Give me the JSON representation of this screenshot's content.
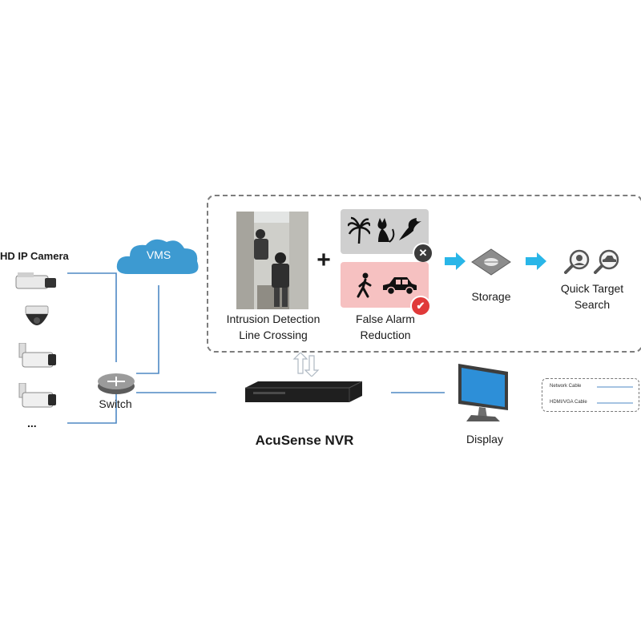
{
  "labels": {
    "camera": "HD IP Camera",
    "ellipsis": "...",
    "vms": "VMS",
    "switch": "Switch",
    "nvr": "AcuSense NVR",
    "display": "Display",
    "intrusion_line1": "Intrusion Detection",
    "intrusion_line2": "Line Crossing",
    "plus": "+",
    "false_alarm_line1": "False Alarm",
    "false_alarm_line2": "Reduction",
    "storage": "Storage",
    "quick_line1": "Quick Target",
    "quick_line2": "Search",
    "legend_network": "Network Cable",
    "legend_hdmi": "HDMI/VGA Cable"
  },
  "badges": {
    "reject": "✕",
    "accept": "✔"
  },
  "icons": [
    "dome-camera-icon",
    "speed-dome-icon",
    "bullet-camera-icon",
    "bullet-camera-icon",
    "cloud-icon",
    "switch-icon",
    "nvr-icon",
    "monitor-icon",
    "storage-disc-icon",
    "arrow-right-icon",
    "face-search-icon",
    "vehicle-search-icon",
    "sync-arrows-icon",
    "palm-tree-icon",
    "cat-icon",
    "bird-icon",
    "person-walking-icon",
    "car-icon"
  ],
  "colors": {
    "line": "#4e89c4",
    "arrow": "#29b6e8",
    "cloud": "#3d9ad1",
    "reject_badge": "#3b3b3b",
    "accept_badge": "#e03a3a"
  }
}
